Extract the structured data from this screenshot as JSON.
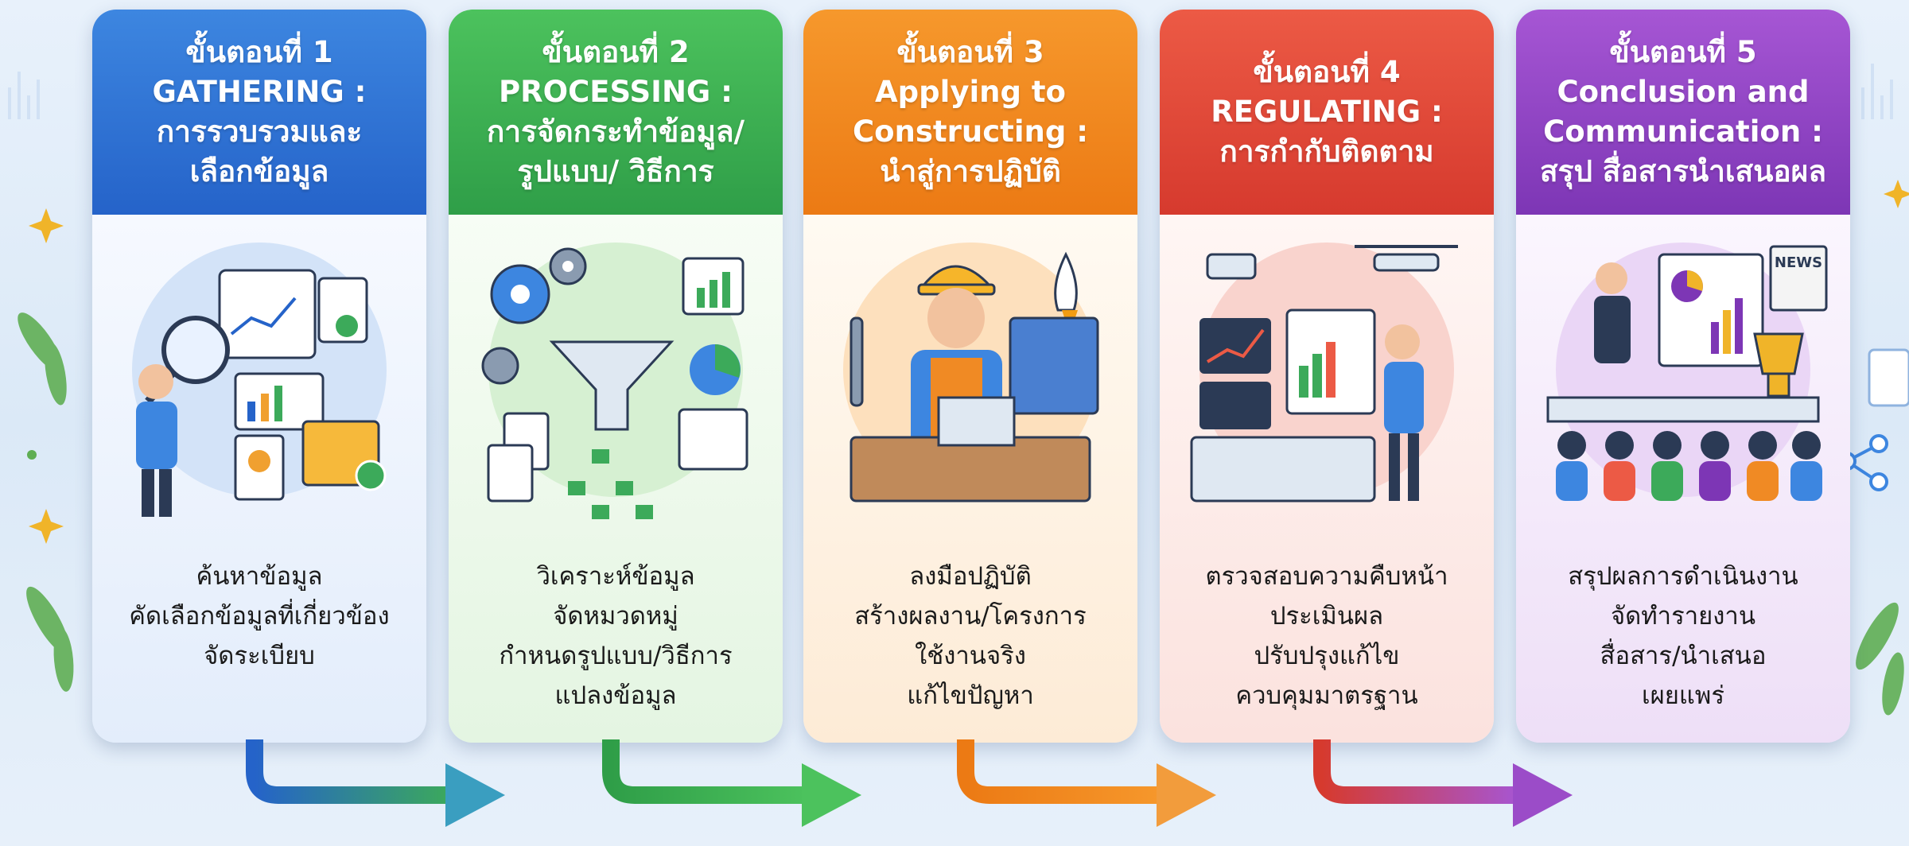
{
  "stages": [
    {
      "title": [
        "ขั้นตอนที่ 1",
        "GATHERING :",
        "การรวบรวมและ",
        "เลือกข้อมูล"
      ],
      "desc": [
        "ค้นหาข้อมูล",
        "คัดเลือกข้อมูลที่เกี่ยวข้อง",
        "จัดระเบียบ"
      ],
      "color": "#2563c9"
    },
    {
      "title": [
        "ขั้นตอนที่ 2",
        "PROCESSING :",
        "การจัดกระทำข้อมูล/",
        "รูปแบบ/ วิธีการ"
      ],
      "desc": [
        "วิเคราะห์ข้อมูล",
        "จัดหมวดหมู่",
        "กำหนดรูปแบบ/วิธีการ",
        "แปลงข้อมูล"
      ],
      "color": "#2f9e48"
    },
    {
      "title": [
        "ขั้นตอนที่ 3",
        "Applying to",
        "Constructing :",
        "นำสู่การปฏิบัติ"
      ],
      "desc": [
        "ลงมือปฏิบัติ",
        "สร้างผลงาน/โครงการ",
        "ใช้งานจริง",
        "แก้ไขปัญหา"
      ],
      "color": "#ec7a14"
    },
    {
      "title": [
        "ขั้นตอนที่ 4",
        "REGULATING :",
        "การกำกับติดตาม"
      ],
      "desc": [
        "ตรวจสอบความคืบหน้า",
        "ประเมินผล",
        "ปรับปรุงแก้ไข",
        "ควบคุมมาตรฐาน"
      ],
      "color": "#d63a2e"
    },
    {
      "title": [
        "ขั้นตอนที่ 5",
        "Conclusion and",
        "Communication :",
        "สรุป สื่อสารนำเสนอผล"
      ],
      "desc": [
        "สรุปผลการดำเนินงาน",
        "จัดทำรายงาน",
        "สื่อสาร/นำเสนอ",
        "เผยแพร่"
      ],
      "color": "#7d36b5"
    }
  ],
  "news_label": "NEWS",
  "icons": [
    "researcher-with-magnifier",
    "gears-funnel-flowchart",
    "engineer-with-tools",
    "monitoring-dashboard-drone",
    "presenter-with-audience"
  ]
}
